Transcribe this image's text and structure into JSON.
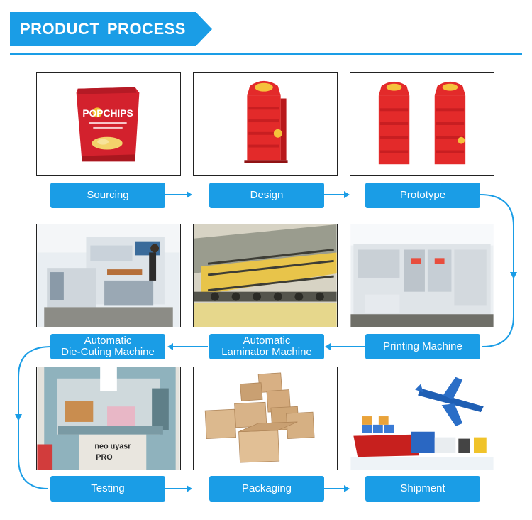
{
  "header": {
    "title": "PRODUCT  PROCESS",
    "accent": "#1a9de6"
  },
  "steps": [
    {
      "label": "Sourcing"
    },
    {
      "label": "Design"
    },
    {
      "label": "Prototype"
    },
    {
      "label": "Automatic\nDie-Cuting Machine"
    },
    {
      "label": "Automatic\nLaminator Machine"
    },
    {
      "label": "Printing Machine"
    },
    {
      "label": "Testing"
    },
    {
      "label": "Packaging"
    },
    {
      "label": "Shipment"
    }
  ],
  "product": {
    "brand": "POPCHIPS"
  },
  "testing_box_text": "neo uyasr\nPRO"
}
